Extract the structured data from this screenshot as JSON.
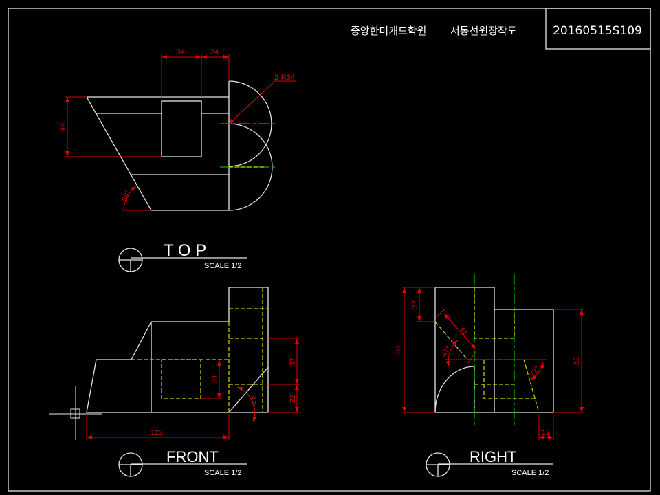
{
  "header": {
    "school": "중앙한미캐드학원",
    "author": "서동선원장작도",
    "drawing_no": "20160515S109"
  },
  "views": {
    "top": {
      "label": "T O P",
      "scale": "SCALE 1/2"
    },
    "front": {
      "label": "FRONT",
      "scale": "SCALE 1/2"
    },
    "right": {
      "label": "RIGHT",
      "scale": "SCALE 1/2"
    }
  },
  "dimensions": {
    "top": {
      "d34": "34",
      "d24": "24",
      "d48": "48",
      "radius": "2-R34",
      "angle58": "58°"
    },
    "front": {
      "d31": "31",
      "d37": "37",
      "d22": "22",
      "d123": "123",
      "angle47": "47°"
    },
    "right": {
      "d27": "27",
      "d99": "99",
      "d41": "41",
      "angle47": "47°",
      "angle72": "72°",
      "d82": "82",
      "d12": "12"
    }
  },
  "colors": {
    "background": "#000000",
    "outline": "#e6e6e6",
    "dimension": "#e00000",
    "hidden": "#c8c800",
    "center": "#00b000"
  }
}
